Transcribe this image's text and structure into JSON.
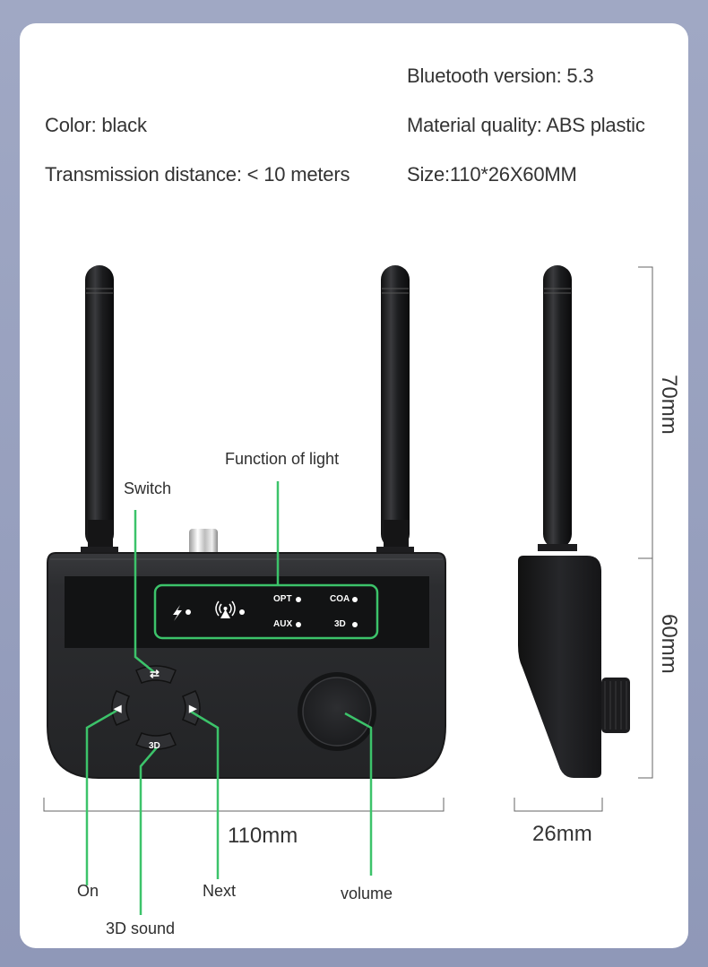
{
  "specs": {
    "bluetooth_version": "Bluetooth version: 5.3",
    "color": "Color: black",
    "material": "Material quality: ABS plastic",
    "transmission_distance": "Transmission distance: < 10 meters",
    "size": "Size:110*26X60MM"
  },
  "callouts": {
    "function_of_light": "Function of light",
    "switch": "Switch",
    "on": "On",
    "next": "Next",
    "volume": "volume",
    "sound_3d": "3D sound"
  },
  "led_panel": {
    "items": [
      {
        "icon": "lightning-icon",
        "label": ""
      },
      {
        "icon": "antenna-signal-icon",
        "label": ""
      },
      {
        "label": "OPT"
      },
      {
        "label": "COA"
      },
      {
        "label": "AUX"
      },
      {
        "label": "3D"
      }
    ]
  },
  "buttons": {
    "switch_icon": "⇄",
    "prev_icon": "◀",
    "next_icon": "▶",
    "sound_3d_label": "3D"
  },
  "dimensions": {
    "width": "110mm",
    "depth": "26mm",
    "antenna_height": "70mm",
    "body_height": "60mm"
  },
  "colors": {
    "background": "#959dbd",
    "card": "#ffffff",
    "callout_line": "#3cc36a",
    "device_body": "#2a2b2d",
    "text": "#333333"
  }
}
